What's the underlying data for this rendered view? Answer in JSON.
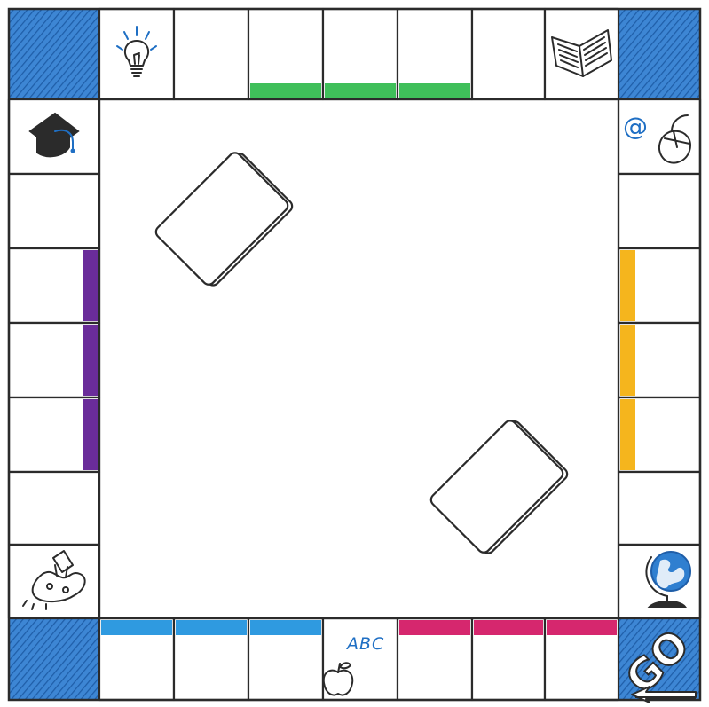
{
  "board": {
    "corners": {
      "top_left": "blank",
      "top_right": "blank",
      "bottom_left": "blank",
      "bottom_right": "go"
    },
    "go_corner": {
      "label": "GO",
      "icon": "arrow-left-icon"
    },
    "top_row": {
      "spaces": [
        {
          "icon": "light-bulb-icon",
          "bar": null
        },
        {
          "icon": null,
          "bar": null
        },
        {
          "icon": null,
          "bar": "green"
        },
        {
          "icon": null,
          "bar": "green"
        },
        {
          "icon": null,
          "bar": "green"
        },
        {
          "icon": null,
          "bar": null
        },
        {
          "icon": "open-book-icon",
          "bar": null
        }
      ]
    },
    "bottom_row": {
      "spaces": [
        {
          "icon": null,
          "bar": "blue"
        },
        {
          "icon": null,
          "bar": "blue"
        },
        {
          "icon": null,
          "bar": "blue"
        },
        {
          "icon": "apple-icon",
          "label": "ABC",
          "bar": null
        },
        {
          "icon": null,
          "bar": "pink"
        },
        {
          "icon": null,
          "bar": "pink"
        },
        {
          "icon": null,
          "bar": "pink"
        }
      ]
    },
    "left_column": {
      "spaces": [
        {
          "icon": "graduation-cap-icon",
          "bar": null
        },
        {
          "icon": null,
          "bar": null
        },
        {
          "icon": null,
          "bar": "purple"
        },
        {
          "icon": null,
          "bar": "purple"
        },
        {
          "icon": null,
          "bar": "purple"
        },
        {
          "icon": null,
          "bar": null
        },
        {
          "icon": "spilled-glue-icon",
          "bar": null
        }
      ]
    },
    "right_column": {
      "spaces": [
        {
          "icon": "at-mouse-icon",
          "bar": null
        },
        {
          "icon": null,
          "bar": null
        },
        {
          "icon": null,
          "bar": "yellow"
        },
        {
          "icon": null,
          "bar": "yellow"
        },
        {
          "icon": null,
          "bar": "yellow"
        },
        {
          "icon": null,
          "bar": null
        },
        {
          "icon": "globe-icon",
          "bar": null
        }
      ]
    },
    "card_decks": [
      "card-deck-top-left",
      "card-deck-bottom-right"
    ],
    "colors": {
      "corner_blue": "#2f7fd0",
      "green": "#3fbf5a",
      "purple": "#6a2c9a",
      "yellow": "#f5b51d",
      "blue": "#2f9ae0",
      "pink": "#d6276e",
      "ink": "#2b2b2b"
    }
  }
}
